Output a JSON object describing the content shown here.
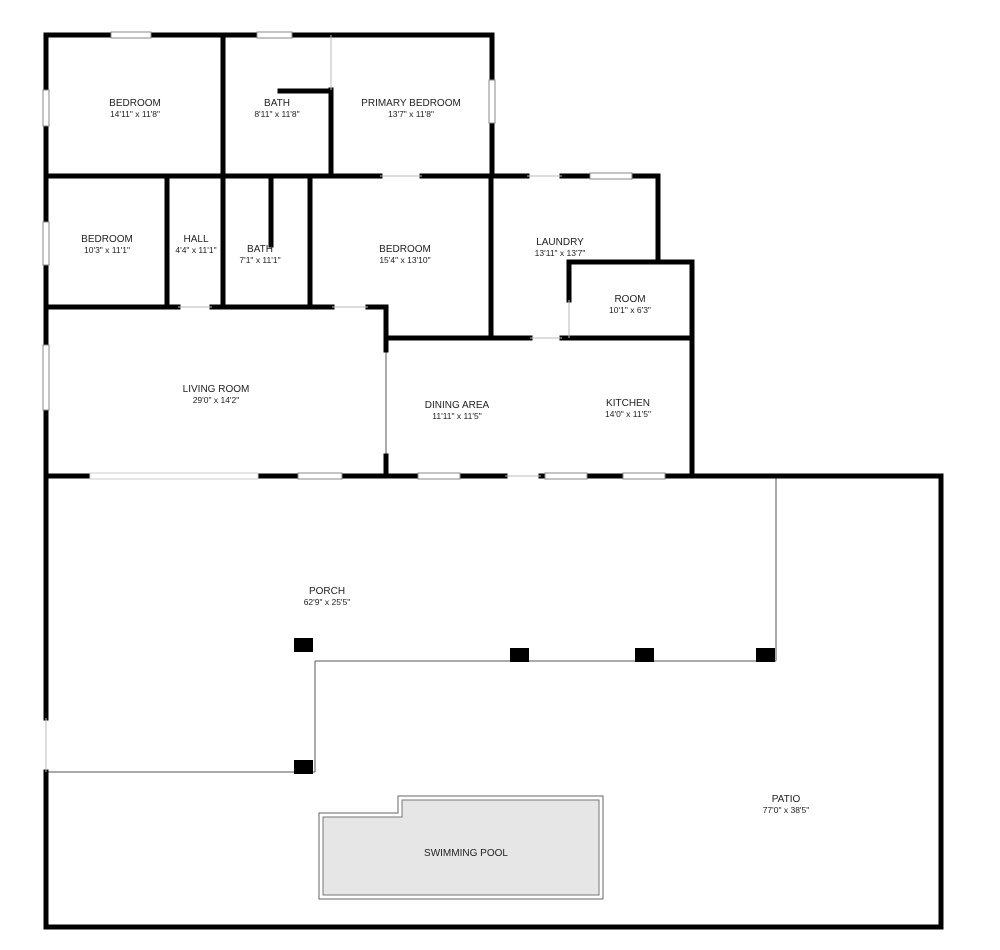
{
  "colors": {
    "wall": "#000000",
    "pool_fill": "#e6e6e6",
    "pool_edge": "#555555",
    "background": "#ffffff"
  },
  "rooms": {
    "bedroom_1": {
      "name": "BEDROOM",
      "dims": "14'11\" x 11'8\""
    },
    "bath_1": {
      "name": "BATH",
      "dims": "8'11\" x 11'8\""
    },
    "primary_bedroom": {
      "name": "PRIMARY BEDROOM",
      "dims": "13'7\" x 11'8\""
    },
    "bedroom_2": {
      "name": "BEDROOM",
      "dims": "10'3\" x 11'1\""
    },
    "hall": {
      "name": "HALL",
      "dims": "4'4\" x 11'1\""
    },
    "bath_2": {
      "name": "BATH",
      "dims": "7'1\" x 11'1\""
    },
    "bedroom_3": {
      "name": "BEDROOM",
      "dims": "15'4\" x 13'10\""
    },
    "laundry": {
      "name": "LAUNDRY",
      "dims": "13'11\" x 13'7\""
    },
    "room": {
      "name": "ROOM",
      "dims": "10'1\" x 6'3\""
    },
    "living_room": {
      "name": "LIVING ROOM",
      "dims": "29'0\" x 14'2\""
    },
    "dining_area": {
      "name": "DINING AREA",
      "dims": "11'11\" x 11'5\""
    },
    "kitchen": {
      "name": "KITCHEN",
      "dims": "14'0\" x 11'5\""
    },
    "porch": {
      "name": "PORCH",
      "dims": "62'9\" x 25'5\""
    },
    "patio": {
      "name": "PATIO",
      "dims": "77'0\" x 38'5\""
    }
  },
  "pool": {
    "label": "SWIMMING POOL"
  }
}
